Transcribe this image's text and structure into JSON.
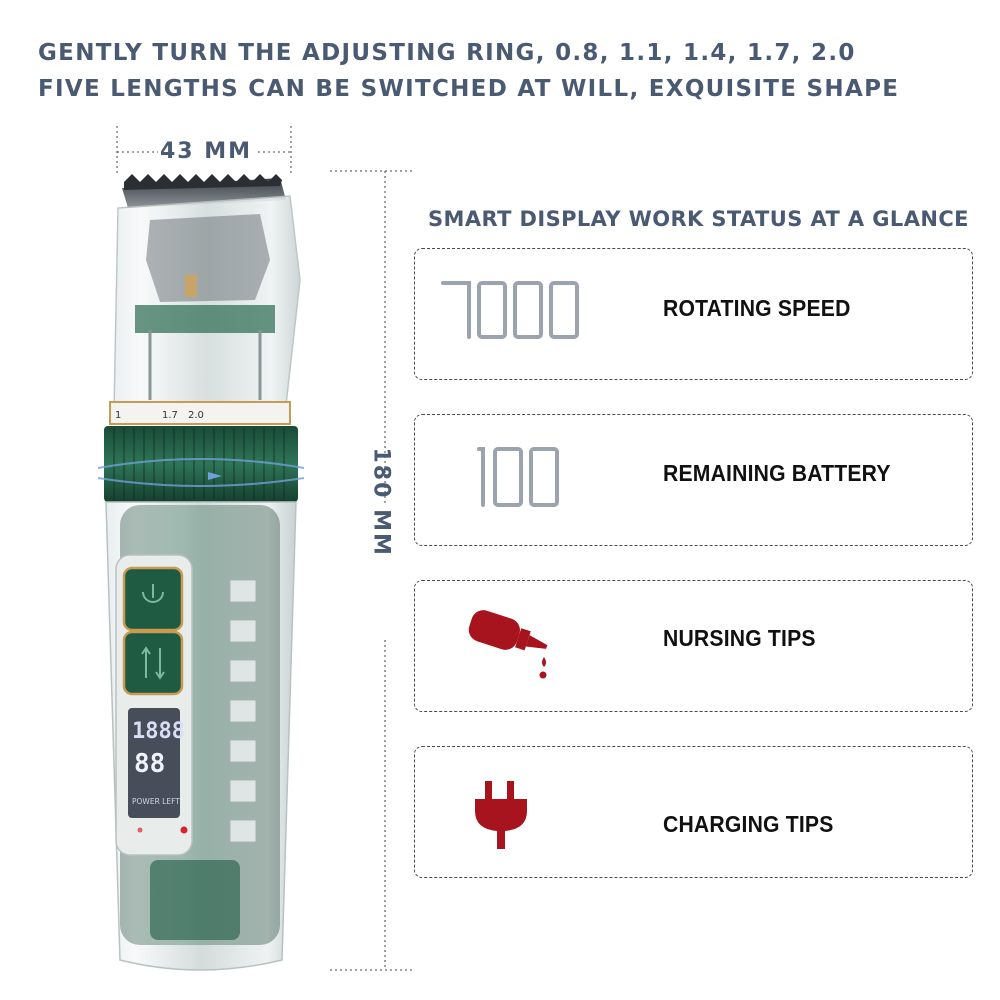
{
  "headline": {
    "line1": "GENTLY TURN THE ADJUSTING RING, 0.8, 1.1, 1.4, 1.7, 2.0",
    "line2": "FIVE LENGTHS CAN BE SWITCHED AT WILL, EXQUISITE SHAPE"
  },
  "dimensions": {
    "width": "43 MM",
    "height": "180 MM"
  },
  "device": {
    "ring_marks": [
      "1",
      "1.7",
      "2.0"
    ],
    "display_digits": "1888",
    "display_label": "POWER LEFT"
  },
  "section_title": "SMART DISPLAY WORK STATUS AT A GLANCE",
  "cards": [
    {
      "icon": "seven-segment-display",
      "digits": "7000",
      "label": "ROTATING SPEED"
    },
    {
      "icon": "seven-segment-display",
      "digits": "100",
      "label": "REMAINING BATTERY"
    },
    {
      "icon": "oil-bottle-icon",
      "label": "NURSING TIPS"
    },
    {
      "icon": "power-plug-icon",
      "label": "CHARGING TIPS"
    }
  ],
  "colors": {
    "heading": "#4a5a72",
    "accent_green": "#1f5a43",
    "accent_red": "#a8141e",
    "gold": "#c99a52",
    "segment": "#9aa3ae"
  }
}
